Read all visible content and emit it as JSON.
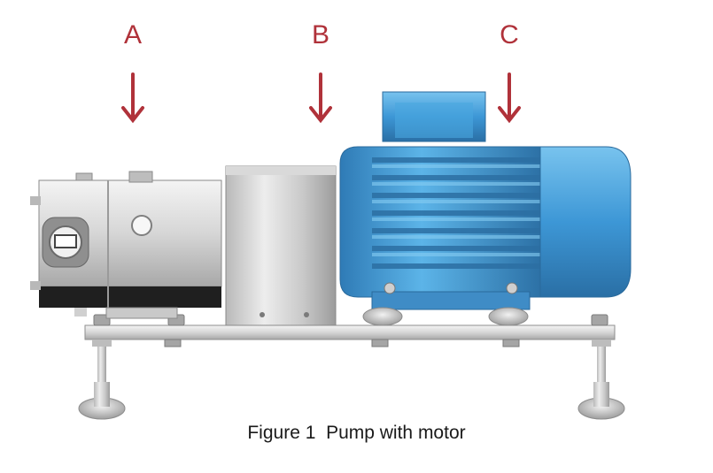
{
  "callouts": [
    {
      "label": "A",
      "target": "pump-head"
    },
    {
      "label": "B",
      "target": "coupling-housing"
    },
    {
      "label": "C",
      "target": "electric-motor"
    }
  ],
  "caption": {
    "text": "Figure 1  Pump with motor"
  },
  "colors": {
    "callout": "#b0323a",
    "motor_blue": "#3d97d6",
    "motor_dark": "#2c6fa3",
    "steel": "#cfcfcf",
    "steel_dark": "#9a9a9a",
    "base_black": "#1e1e1e"
  }
}
